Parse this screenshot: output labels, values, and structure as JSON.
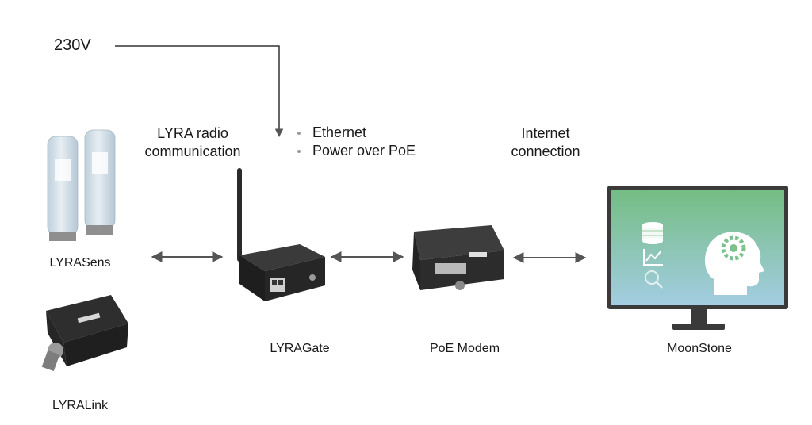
{
  "power_label": "230V",
  "radio_label": {
    "line1": "LYRA radio",
    "line2": "communication"
  },
  "ethernet_bullets": [
    "Ethernet",
    "Power over PoE"
  ],
  "internet_label": {
    "line1": "Internet",
    "line2": "connection"
  },
  "components": {
    "lyrasens": "LYRASens",
    "lyralink": "LYRALink",
    "lyragate": "LYRAGate",
    "poe_modem": "PoE Modem",
    "moonstone": "MoonStone"
  },
  "colors": {
    "arrow": "#555555",
    "device_body": "#2b2b2b",
    "sensor_tube": "#d6e2ea",
    "screen_top": "#7cc08a",
    "screen_bottom": "#9dc9df",
    "monitor_frame": "#3a3a3a"
  },
  "icons": [
    "database-icon",
    "line-chart-icon",
    "magnifier-icon",
    "head-gear-icon"
  ]
}
